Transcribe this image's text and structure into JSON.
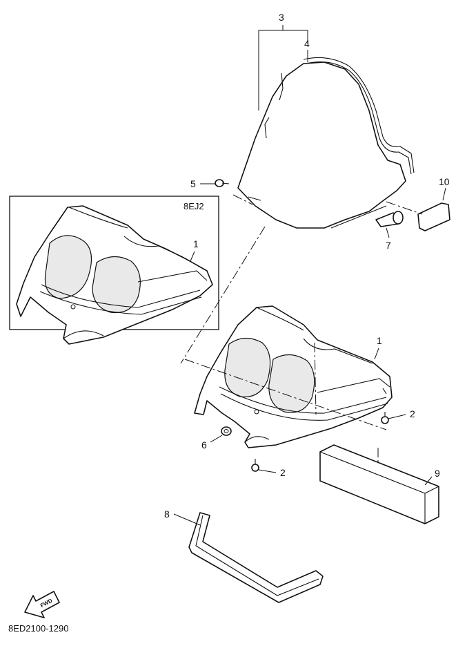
{
  "inset_label": "8EJ2",
  "footer_code": "8ED2100-1290",
  "fwd_arrow_text": "FWD",
  "callouts": {
    "c1_inset": "1",
    "c1_main": "1",
    "c2_upper": "2",
    "c2_lower": "2",
    "c3": "3",
    "c4": "4",
    "c5": "5",
    "c6": "6",
    "c7": "7",
    "c8": "8",
    "c9": "9",
    "c10": "10"
  }
}
